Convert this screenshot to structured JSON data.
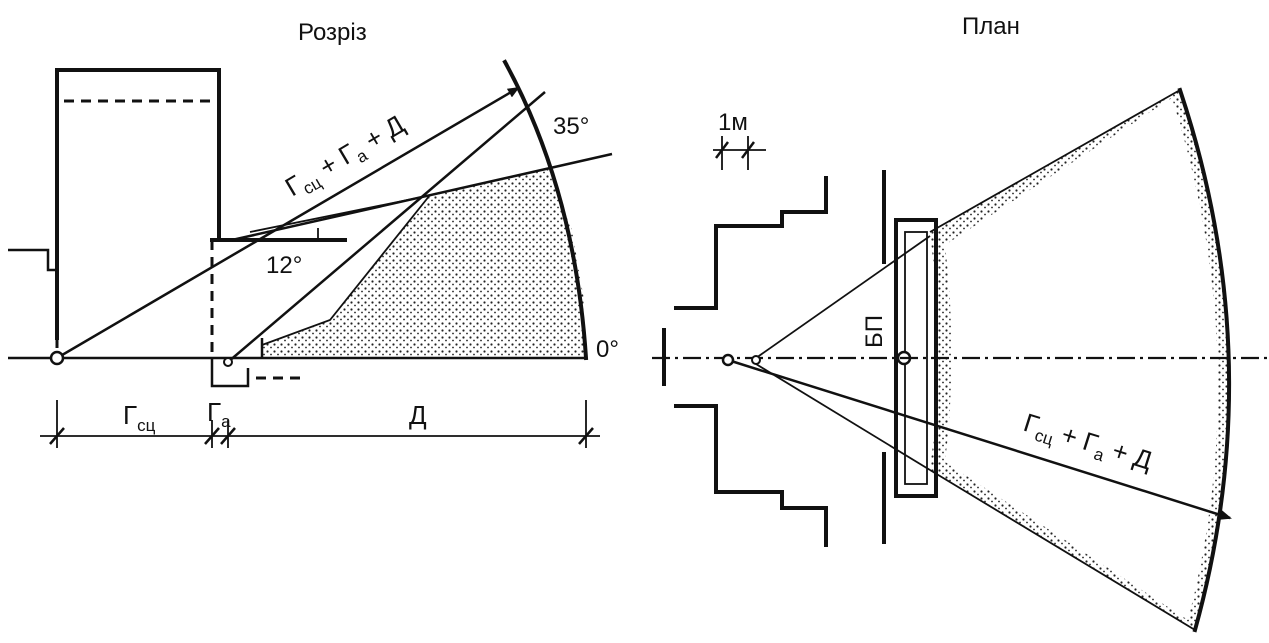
{
  "section": {
    "title": "Розріз",
    "angle_top": "35°",
    "angle_low": "12°",
    "angle_zero": "0°",
    "ray": {
      "g": "Г",
      "sc": "сц",
      "plus1": " + ",
      "g2": "Г",
      "a": "а",
      "plus2": " + ",
      "d": "Д"
    },
    "dims": {
      "stage_g": "Г",
      "stage_sub": "сц",
      "apron_g": "Г",
      "apron_sub": "а",
      "depth": "Д"
    }
  },
  "plan": {
    "title": "План",
    "scale": "1м",
    "bp": "БП",
    "ray": {
      "g": "Г",
      "sc": "сц",
      "plus1": " + ",
      "g2": "Г",
      "a": "а",
      "plus2": " + ",
      "d": "Д"
    }
  },
  "colors": {
    "ink": "#111111",
    "background": "#ffffff"
  }
}
